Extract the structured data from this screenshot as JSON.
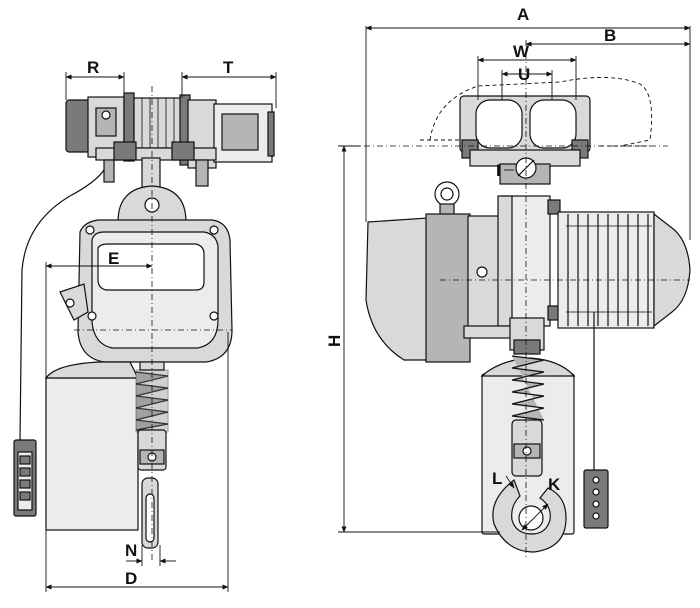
{
  "dimension_labels": {
    "A": "A",
    "B": "B",
    "W": "W",
    "U": "U",
    "I": "I",
    "H": "H",
    "L": "L",
    "K": "K",
    "R": "R",
    "T": "T",
    "E": "E",
    "N": "N",
    "D": "D"
  }
}
